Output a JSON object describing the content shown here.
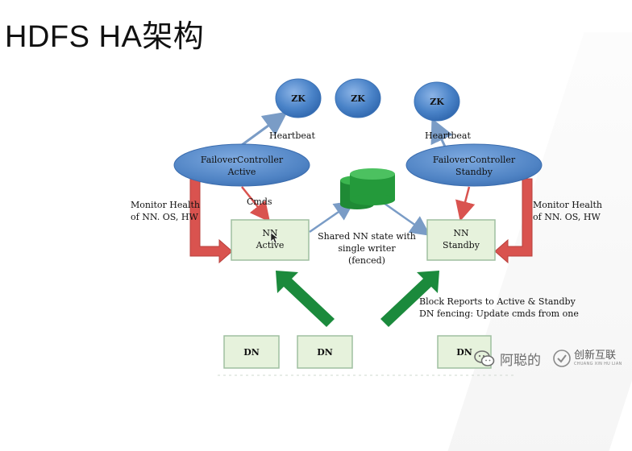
{
  "title": "HDFS HA架构",
  "zk_nodes": [
    "ZK",
    "ZK",
    "ZK"
  ],
  "heartbeat_left": "Heartbeat",
  "heartbeat_right": "Heartbeat",
  "fc_active": {
    "line1": "FailoverController",
    "line2": "Active"
  },
  "fc_standby": {
    "line1": "FailoverController",
    "line2": "Standby"
  },
  "cmds": "Cmds",
  "monitor_left": {
    "line1": "Monitor Health",
    "line2": "of NN. OS, HW"
  },
  "monitor_right": {
    "line1": "Monitor Health",
    "line2": "of NN. OS, HW"
  },
  "nn_active": {
    "line1": "NN",
    "line2": "Active"
  },
  "nn_standby": {
    "line1": "NN",
    "line2": "Standby"
  },
  "shared_state": {
    "line1": "Shared NN state with",
    "line2": "single writer",
    "line3": "(fenced)"
  },
  "block_reports": {
    "line1": "Block Reports to Active & Standby",
    "line2": "DN fencing: Update cmds from one"
  },
  "dn_nodes": [
    "DN",
    "DN",
    "DN"
  ],
  "watermark": {
    "name": "阿聪的",
    "brand": "创新互联",
    "brand_sub": "CHUANG XIN HU LIAN"
  },
  "colors": {
    "ellipse": "#4f83c4",
    "zk": "#4a83c8",
    "box_fill": "#e6f2dc",
    "box_stroke": "#9fbfa0",
    "red_arrow": "#d9534f",
    "green_arrow": "#1b8a3c",
    "blue_line": "#7a9cc6",
    "storage": "#2fa33f"
  }
}
